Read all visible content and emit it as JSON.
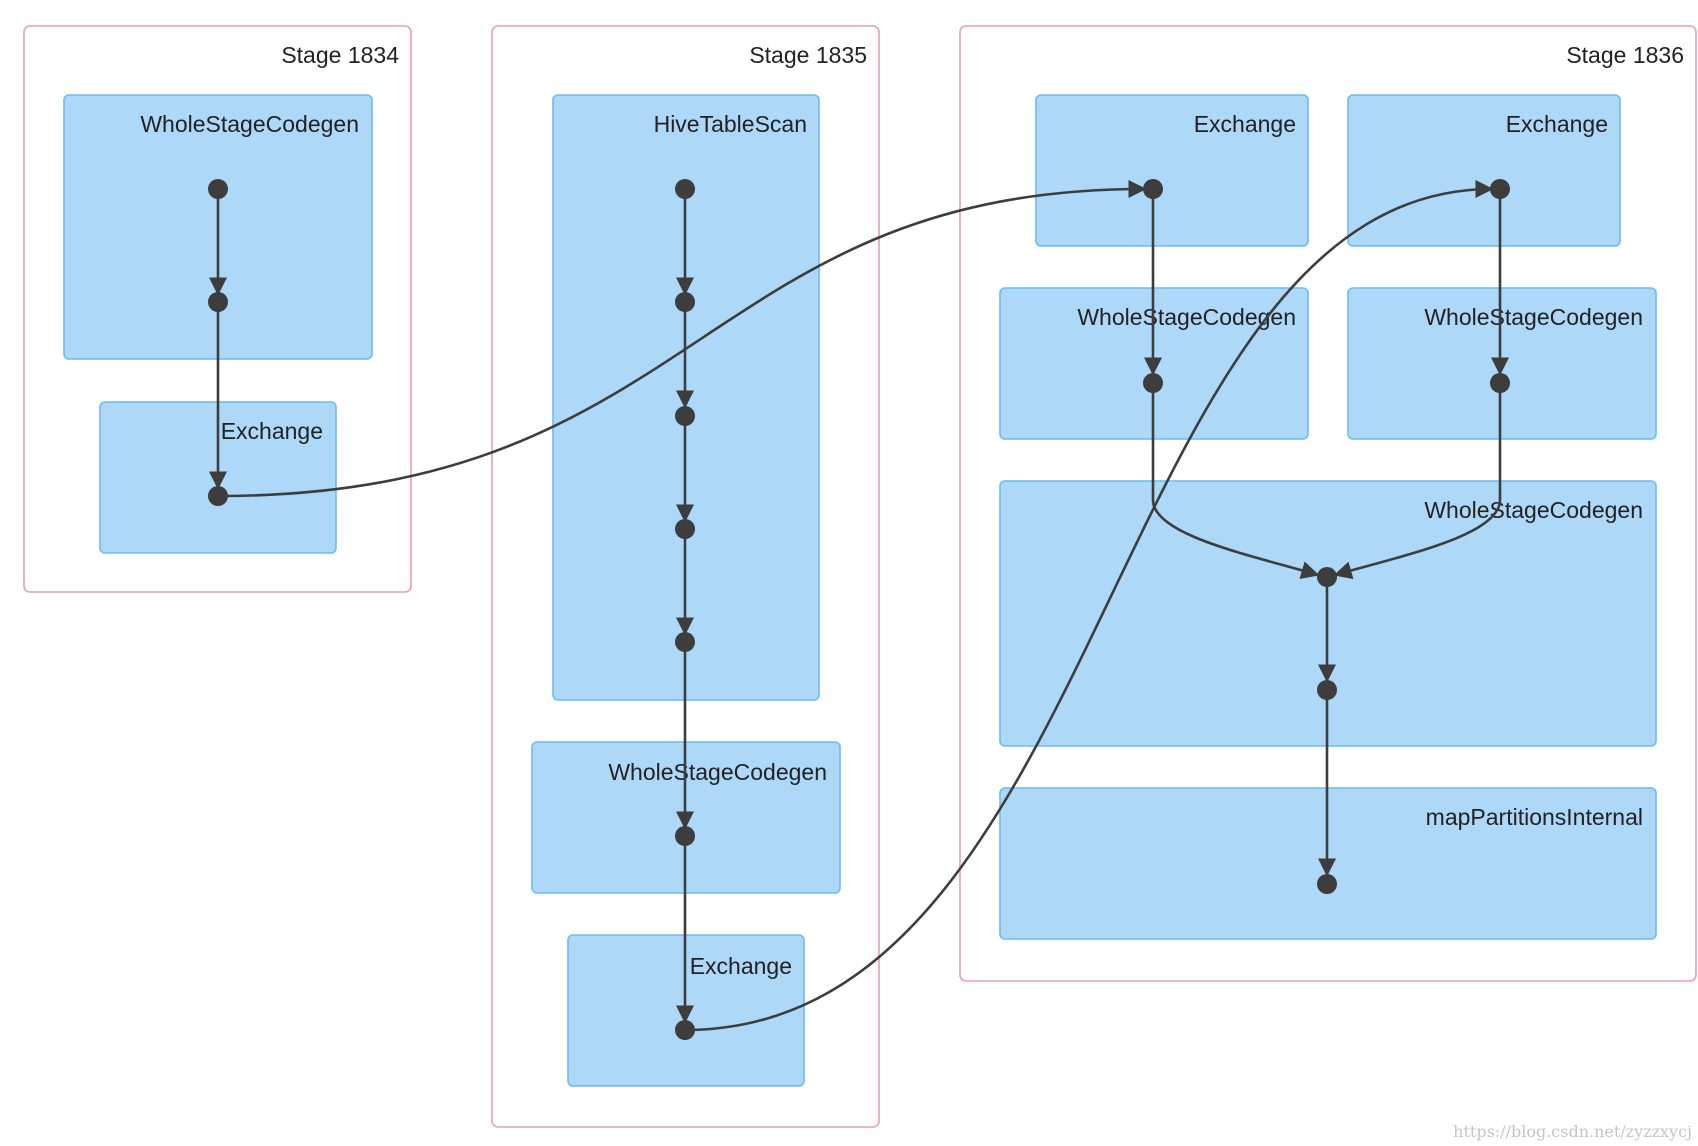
{
  "stages": [
    {
      "id": "s1834",
      "label": "Stage 1834",
      "clusters": [
        {
          "id": "s1834-wsc",
          "label": "WholeStageCodegen"
        },
        {
          "id": "s1834-ex",
          "label": "Exchange"
        }
      ]
    },
    {
      "id": "s1835",
      "label": "Stage 1835",
      "clusters": [
        {
          "id": "s1835-hts",
          "label": "HiveTableScan"
        },
        {
          "id": "s1835-wsc",
          "label": "WholeStageCodegen"
        },
        {
          "id": "s1835-ex",
          "label": "Exchange"
        }
      ]
    },
    {
      "id": "s1836",
      "label": "Stage 1836",
      "clusters": [
        {
          "id": "s1836-ex1",
          "label": "Exchange"
        },
        {
          "id": "s1836-ex2",
          "label": "Exchange"
        },
        {
          "id": "s1836-wsc1",
          "label": "WholeStageCodegen"
        },
        {
          "id": "s1836-wsc2",
          "label": "WholeStageCodegen"
        },
        {
          "id": "s1836-wsc3",
          "label": "WholeStageCodegen"
        },
        {
          "id": "s1836-mpi",
          "label": "mapPartitionsInternal"
        }
      ]
    }
  ],
  "watermark": "https://blog.csdn.net/zyzzxycj",
  "colors": {
    "stage_border": "#e8a0ac",
    "cluster_fill": "#add8f8",
    "cluster_border": "#6cbcec",
    "edge": "#3d3d3d"
  }
}
